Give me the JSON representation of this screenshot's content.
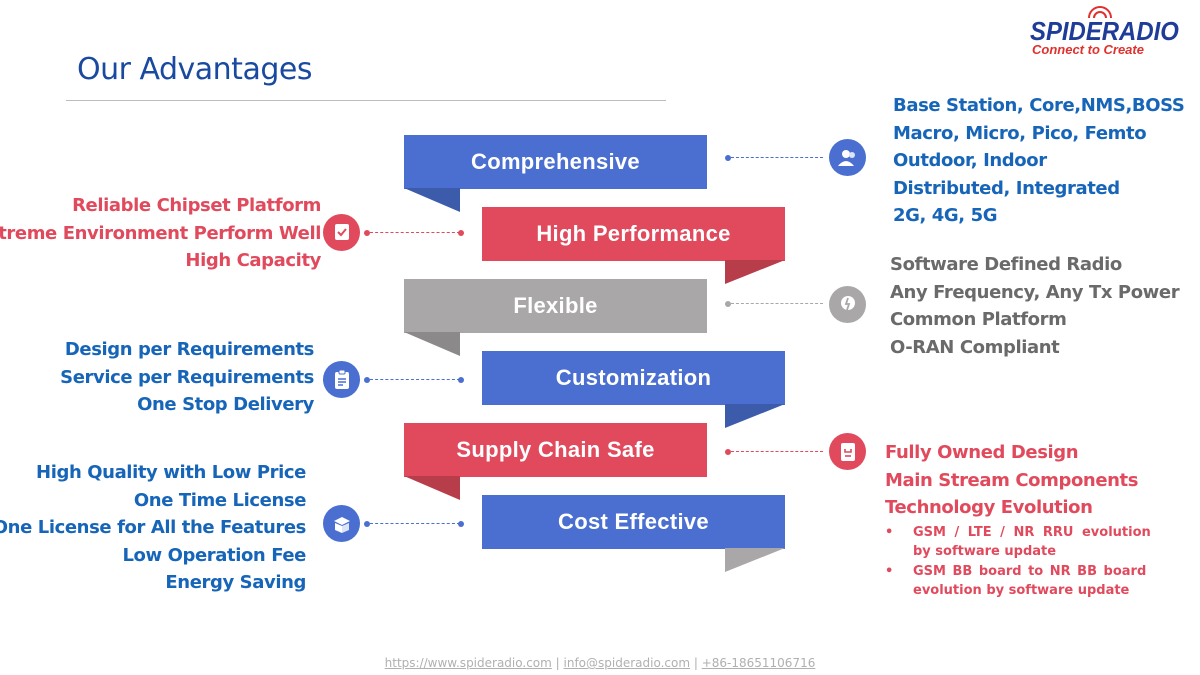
{
  "logo": {
    "brand": "SPIDERADIO",
    "tagline": "Connect to Create"
  },
  "title": "Our Advantages",
  "ribbons": [
    {
      "label": "Comprehensive",
      "color": "#4a6fd0"
    },
    {
      "label": "High Performance",
      "color": "#e04a5c"
    },
    {
      "label": "Flexible",
      "color": "#a9a7a7"
    },
    {
      "label": "Customization",
      "color": "#4a6fd0"
    },
    {
      "label": "Supply Chain Safe",
      "color": "#e04a5c"
    },
    {
      "label": "Cost Effective",
      "color": "#4a6fd0"
    }
  ],
  "right_blocks": {
    "comprehensive": {
      "icon": "users-icon",
      "lines": [
        "Base Station, Core,NMS,BOSS",
        "Macro, Micro, Pico, Femto",
        "Outdoor, Indoor",
        "Distributed, Integrated",
        "2G, 4G, 5G"
      ]
    },
    "flexible": {
      "icon": "lightbulb-icon",
      "lines": [
        "Software Defined Radio",
        "Any Frequency, Any Tx Power",
        "Common Platform",
        "O-RAN Compliant"
      ]
    },
    "supply_chain": {
      "icon": "document-icon",
      "lines": [
        "Fully Owned Design",
        "Main Stream Components",
        "Technology Evolution"
      ],
      "bullets": [
        [
          "GSM / LTE / NR RRU evolution",
          "by software update"
        ],
        [
          "GSM BB board to NR BB board",
          "evolution by software update"
        ]
      ]
    }
  },
  "left_blocks": {
    "high_performance": {
      "icon": "badge-check-icon",
      "lines": [
        "Reliable Chipset Platform",
        "Extreme Environment Perform Well",
        "High Capacity"
      ]
    },
    "customization": {
      "icon": "clipboard-icon",
      "lines": [
        "Design per Requirements",
        "Service per Requirements",
        "One Stop Delivery"
      ]
    },
    "cost_effective": {
      "icon": "box-icon",
      "lines": [
        "High Quality with Low Price",
        "One Time License",
        "One License for All the Features",
        "Low Operation Fee",
        "Energy Saving"
      ]
    }
  },
  "footer": {
    "website": "https://www.spideradio.com",
    "sep1": " | ",
    "email": "info@spideradio.com",
    "sep2": " | ",
    "phone": "+86-18651106716"
  }
}
